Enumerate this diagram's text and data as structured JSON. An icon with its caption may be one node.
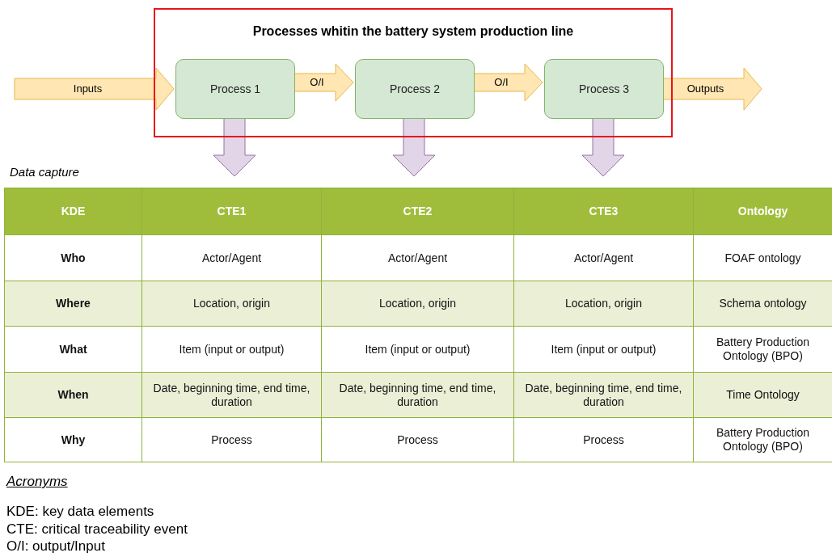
{
  "diagram": {
    "nodes": [
      {
        "text": [
          "Processes whitin the battery system production line"
        ]
      },
      {
        "text": [
          "Process 1"
        ],
        "in": 0
      },
      {
        "text": [
          "Process 2"
        ],
        "in": 0
      },
      {
        "text": [
          "Process 3"
        ],
        "in": 0
      }
    ],
    "edges": [
      {
        "from": null,
        "to": 1,
        "arrow": "to",
        "label": "Inputs",
        "style": "thick"
      },
      {
        "from": 1,
        "to": 2,
        "arrow": "to",
        "label": "O/I",
        "style": "thick"
      },
      {
        "from": 2,
        "to": 3,
        "arrow": "to",
        "label": "O/I",
        "style": "thick"
      },
      {
        "from": 3,
        "to": null,
        "arrow": "to",
        "label": "Outputs",
        "style": "thick"
      },
      {
        "from": 1,
        "to": null,
        "arrow": "to",
        "style": "thick",
        "color": "#e1d5e7"
      },
      {
        "from": 2,
        "to": null,
        "arrow": "to",
        "style": "thick",
        "color": "#e1d5e7"
      },
      {
        "from": 3,
        "to": null,
        "arrow": "to",
        "style": "thick",
        "color": "#e1d5e7"
      }
    ],
    "labels": [
      "Data capture",
      "KDE",
      "CTE1",
      "CTE2",
      "CTE3",
      "Ontology",
      "Who",
      "Actor/Agent",
      "Actor/Agent",
      "Actor/Agent",
      "FOAF ontology",
      "Where",
      "Location, origin",
      "Location, origin",
      "Location, origin",
      "Schema ontology",
      "What",
      "Item (input or output)",
      "Item (input or output)",
      "Item (input or output)",
      "Battery Production Ontology (BPO)",
      "When",
      "Date, beginning time, end time, duration",
      "Date, beginning time, end time, duration",
      "Date, beginning time, end time, duration",
      "Time Ontology",
      "Why",
      "Process",
      "Process",
      "Process",
      "Battery Production Ontology (BPO)",
      "Acronyms",
      "KDE: key data elements",
      "CTE: critical traceability event",
      "O/I: output/Input"
    ]
  }
}
